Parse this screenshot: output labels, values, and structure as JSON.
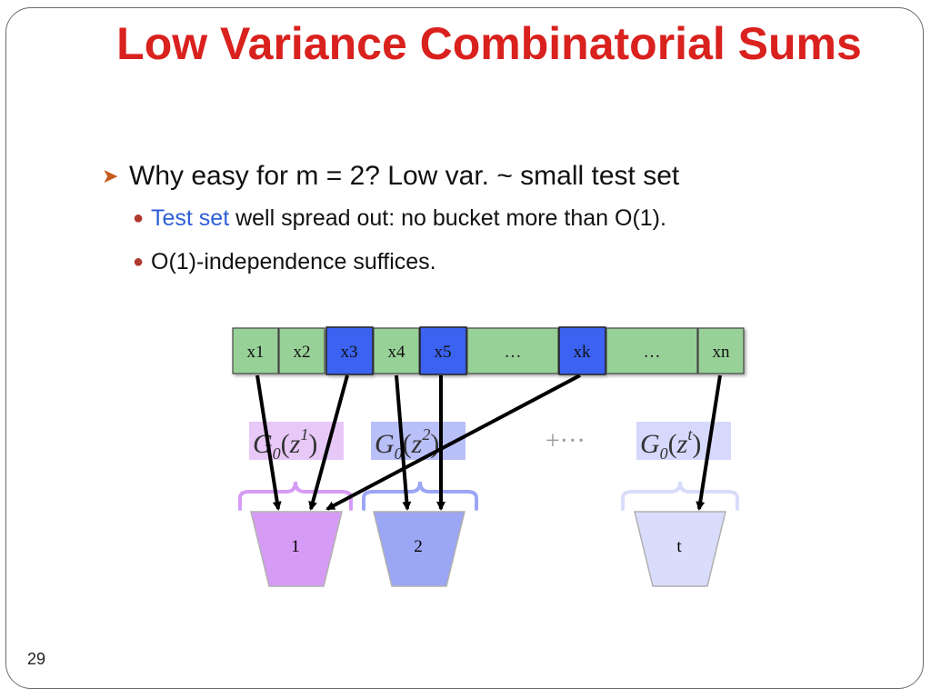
{
  "title": "Low Variance Combinatorial Sums",
  "bullets": {
    "main": "Why easy for m = 2? Low var. ~ small test set",
    "sub1_highlight": "Test set",
    "sub1_rest": " well spread out: no bucket more than O(1).",
    "sub2": "O(1)-independence suffices."
  },
  "diagram": {
    "boxes": [
      "x1",
      "x2",
      "x3",
      "x4",
      "x5",
      "…",
      "xk",
      "…",
      "xn"
    ],
    "highlighted_boxes": [
      "x3",
      "x5",
      "xk"
    ],
    "groups": [
      {
        "label_base": "G",
        "label_sub": "0",
        "label_arg": "z",
        "label_sup": "1"
      },
      {
        "label_base": "G",
        "label_sub": "0",
        "label_arg": "z",
        "label_sup": "2"
      },
      {
        "label_base": "G",
        "label_sub": "0",
        "label_arg": "z",
        "label_sup": "t"
      }
    ],
    "ellipsis": "+···",
    "buckets": [
      "1",
      "2",
      "t"
    ],
    "colors": {
      "box_green": "#98d198",
      "box_blue": "#3a62f0",
      "bucket1": "#d69cf5",
      "bucket2": "#9ba6f5",
      "bucket3": "#d9dcfa",
      "label1_bg": "#e7c8f7",
      "label2_bg": "#b9bff7",
      "label3_bg": "#d6d9fb"
    }
  },
  "slide_number": "29"
}
